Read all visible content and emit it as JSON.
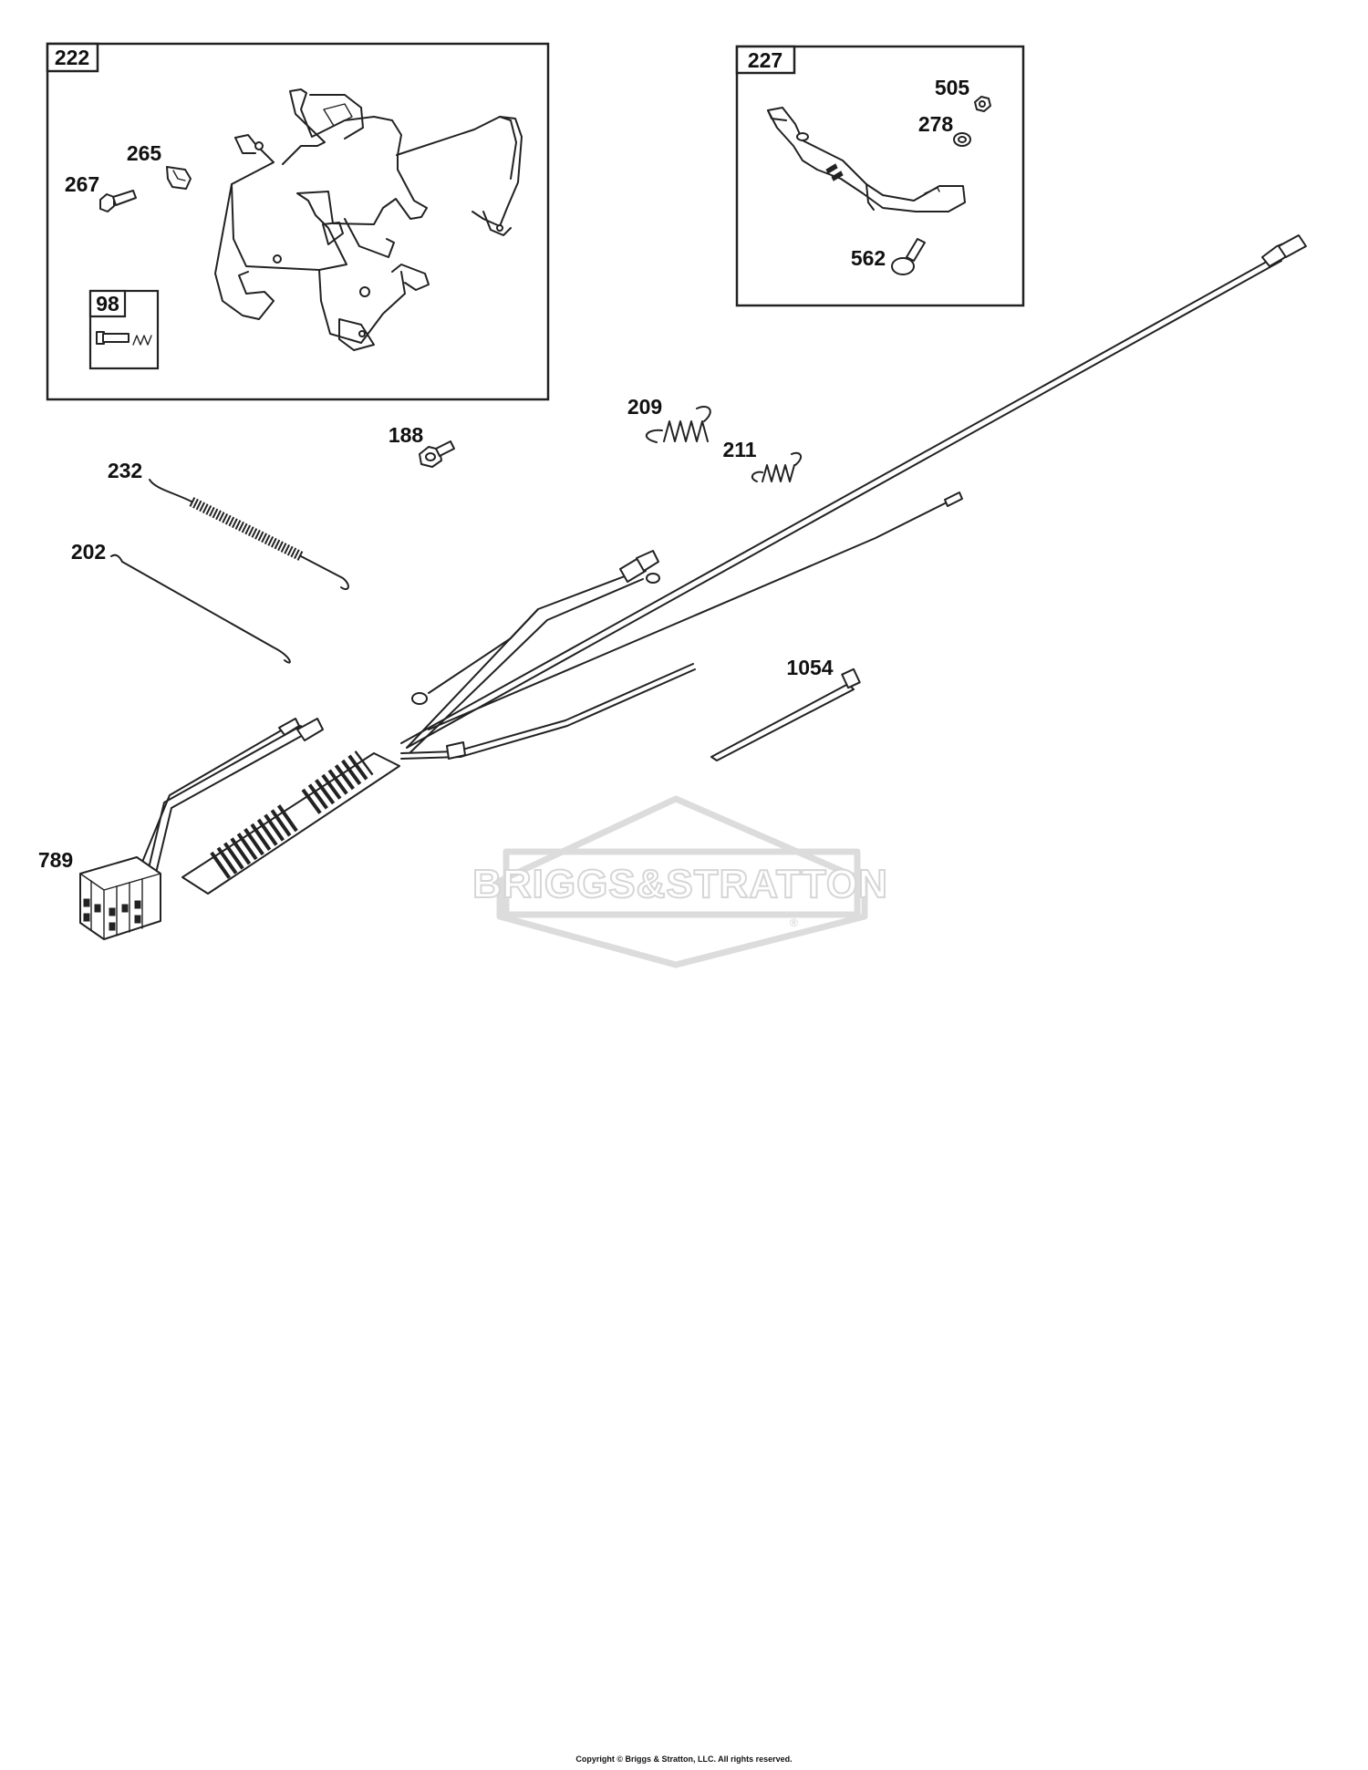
{
  "callouts": {
    "kit_222": "222",
    "kit_98": "98",
    "kit_227": "227",
    "p267": "267",
    "p265": "265",
    "p505": "505",
    "p278": "278",
    "p562": "562",
    "p188": "188",
    "p209": "209",
    "p211": "211",
    "p232": "232",
    "p202": "202",
    "p1054": "1054",
    "p789": "789"
  },
  "watermark": {
    "text": "BRIGGS&STRATTON",
    "mark": "®"
  },
  "footer": {
    "copyright": "Copyright © Briggs & Stratton, LLC. All rights reserved."
  }
}
